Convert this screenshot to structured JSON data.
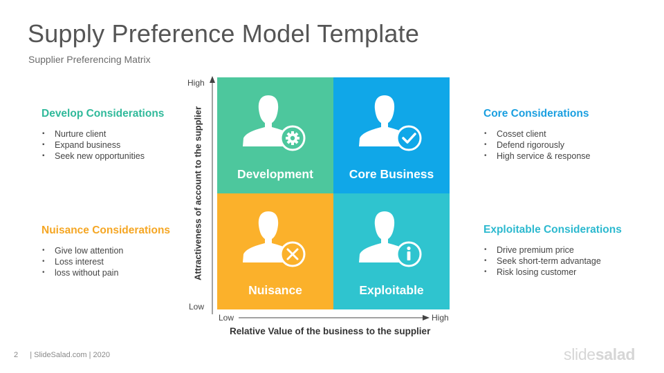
{
  "header": {
    "title": "Supply Preference Model Template",
    "subtitle": "Supplier Preferencing Matrix"
  },
  "panels": {
    "develop": {
      "heading": "Develop Considerations",
      "bullet": "▪",
      "items": [
        "Nurture client",
        "Expand business",
        "Seek new opportunities"
      ]
    },
    "nuisance": {
      "heading": "Nuisance Considerations",
      "bullet": "•",
      "items": [
        "Give low attention",
        "Loss interest",
        "loss without pain"
      ]
    },
    "core": {
      "heading": "Core Considerations",
      "bullet": "•",
      "items": [
        "Cosset client",
        "Defend rigorously",
        "High service & response"
      ]
    },
    "exploitable": {
      "heading": "Exploitable Considerations",
      "bullet": "•",
      "items": [
        "Drive premium price",
        "Seek short-term advantage",
        "Risk losing customer"
      ]
    }
  },
  "matrix": {
    "quadrants": {
      "development": {
        "label": "Development",
        "icon": "gear-icon",
        "color": "#4dc79d"
      },
      "core_business": {
        "label": "Core Business",
        "icon": "check-icon",
        "color": "#10a7e8"
      },
      "nuisance": {
        "label": "Nuisance",
        "icon": "close-icon",
        "color": "#fbb12b"
      },
      "exploitable": {
        "label": "Exploitable",
        "icon": "info-icon",
        "color": "#2fc4cf"
      }
    },
    "y_axis": {
      "label": "Attractiveness of account to the supplier",
      "high": "High",
      "low": "Low"
    },
    "x_axis": {
      "label": "Relative Value of the business to the supplier",
      "low": "Low",
      "high": "High"
    }
  },
  "footer": {
    "page_number": "2",
    "credit": "| SlideSalad.com | 2020",
    "brand_light": "slide",
    "brand_bold": "salad"
  }
}
